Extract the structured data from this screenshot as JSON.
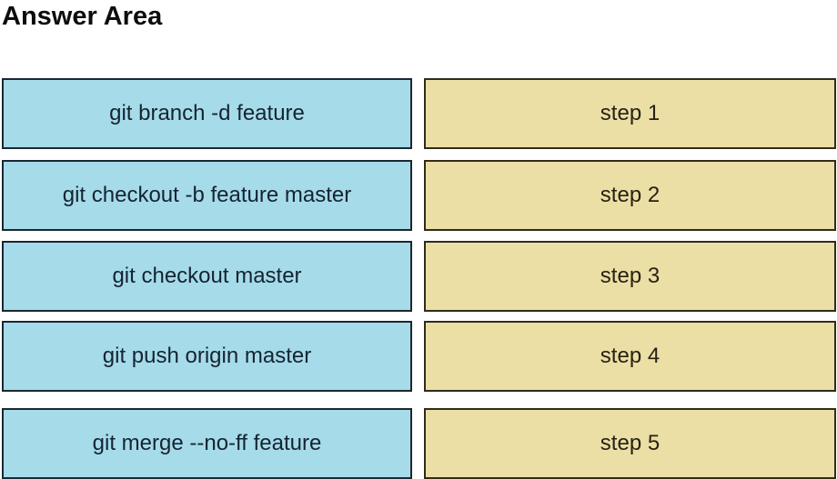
{
  "title": "Answer Area",
  "colors": {
    "title_text": "#0d0d0d",
    "command_bg": "#a6dbea",
    "command_border": "#1c2730",
    "command_text": "#152430",
    "step_bg": "#ecdfa5",
    "step_border": "#2f2c1c",
    "step_text": "#272214"
  },
  "rows": [
    {
      "command": "git branch -d feature",
      "step": "step 1"
    },
    {
      "command": "git checkout -b feature master",
      "step": "step 2"
    },
    {
      "command": "git checkout master",
      "step": "step 3"
    },
    {
      "command": "git push origin master",
      "step": "step 4"
    },
    {
      "command": "git merge --no-ff feature",
      "step": "step 5"
    }
  ]
}
